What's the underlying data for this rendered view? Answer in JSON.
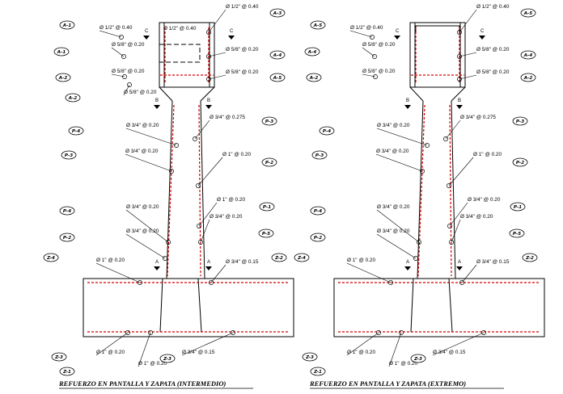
{
  "drawings": [
    {
      "id": "intermedio",
      "title": "REFUERZO EN PANTALLA Y ZAPATA (INTERMEDIO)",
      "left_inset_label": "Ø 1/2\" @ 0.40",
      "annotations": [
        {
          "tag": "A-1",
          "text": "Ø 1/2\" @ 0.40"
        },
        {
          "tag": "A-1",
          "text": "Ø 5/8\" @ 0.20"
        },
        {
          "tag": "A-2",
          "text": "Ø 5/8\" @ 0.20"
        },
        {
          "tag": "A-2",
          "text": "Ø 5/8\" @ 0.20"
        },
        {
          "tag": "A-3",
          "text": "Ø 1/2\" @ 0.40"
        },
        {
          "tag": "A-4",
          "text": "Ø 5/8\" @ 0.20"
        },
        {
          "tag": "A-5",
          "text": "Ø 5/8\" @ 0.20"
        },
        {
          "tag": "P-4",
          "text": "Ø 3/4\" @ 0.20"
        },
        {
          "tag": "P-3",
          "text": "Ø 3/4\" @ 0.20"
        },
        {
          "tag": "P-4",
          "text": "Ø 3/4\" @ 0.20"
        },
        {
          "tag": "P-2",
          "text": "Ø 3/4\" @ 0.20"
        },
        {
          "tag": "P-3",
          "text": "Ø 3/4\" @ 0.275"
        },
        {
          "tag": "P-2",
          "text": "Ø 1\" @ 0.20"
        },
        {
          "tag": "P-1",
          "text": "Ø 1\" @ 0.20"
        },
        {
          "tag": "P-5",
          "text": "Ø 3/4\" @ 0.20"
        },
        {
          "tag": "Z-4",
          "text": "Ø 1\" @ 0.20"
        },
        {
          "tag": "Z-2",
          "text": "Ø 3/4\" @ 0.15"
        },
        {
          "tag": "Z-3",
          "text": "Ø 1\" @ 0.20"
        },
        {
          "tag": "Z-1",
          "text": "Ø 1\" @ 0.20"
        },
        {
          "tag": "Z-3",
          "text": "Ø 3/4\" @ 0.15"
        }
      ],
      "section_marks": [
        {
          "letter": "C"
        },
        {
          "letter": "C"
        },
        {
          "letter": "B"
        },
        {
          "letter": "B"
        },
        {
          "letter": "A"
        },
        {
          "letter": "A"
        }
      ]
    },
    {
      "id": "extremo",
      "title": "REFUERZO EN PANTALLA Y ZAPATA (EXTREMO)",
      "left_inset_label": "",
      "annotations": [
        {
          "tag": "A-5",
          "text": "Ø 1/2\" @ 0.40"
        },
        {
          "tag": "A-4",
          "text": "Ø 5/8\" @ 0.20"
        },
        {
          "tag": "A-2",
          "text": "Ø 5/8\" @ 0.20"
        },
        {
          "tag": "",
          "text": ""
        },
        {
          "tag": "A-5",
          "text": "Ø 1/2\" @ 0.40"
        },
        {
          "tag": "A-4",
          "text": "Ø 5/8\" @ 0.20"
        },
        {
          "tag": "A-2",
          "text": "Ø 5/8\" @ 0.20"
        },
        {
          "tag": "P-4",
          "text": "Ø 3/4\" @ 0.20"
        },
        {
          "tag": "P-3",
          "text": "Ø 3/4\" @ 0.20"
        },
        {
          "tag": "P-4",
          "text": "Ø 3/4\" @ 0.20"
        },
        {
          "tag": "P-2",
          "text": "Ø 3/4\" @ 0.20"
        },
        {
          "tag": "P-3",
          "text": "Ø 3/4\" @ 0.275"
        },
        {
          "tag": "P-2",
          "text": "Ø 1\" @ 0.20"
        },
        {
          "tag": "P-1",
          "text": "Ø 3/4\" @ 0.20"
        },
        {
          "tag": "P-5",
          "text": "Ø 3/4\" @ 0.20"
        },
        {
          "tag": "Z-4",
          "text": "Ø 1\" @ 0.20"
        },
        {
          "tag": "Z-2",
          "text": "Ø 3/4\" @ 0.15"
        },
        {
          "tag": "Z-3",
          "text": "Ø 1\" @ 0.20"
        },
        {
          "tag": "Z-1",
          "text": "Ø 1\" @ 0.20"
        },
        {
          "tag": "Z-3",
          "text": "Ø 3/4\" @ 0.15"
        }
      ],
      "section_marks": [
        {
          "letter": "C"
        },
        {
          "letter": "C"
        },
        {
          "letter": "B"
        },
        {
          "letter": "B"
        },
        {
          "letter": "A"
        },
        {
          "letter": "A"
        }
      ]
    }
  ],
  "colors": {
    "line": "#000000",
    "rebar": "#d40000",
    "background": "#ffffff"
  }
}
